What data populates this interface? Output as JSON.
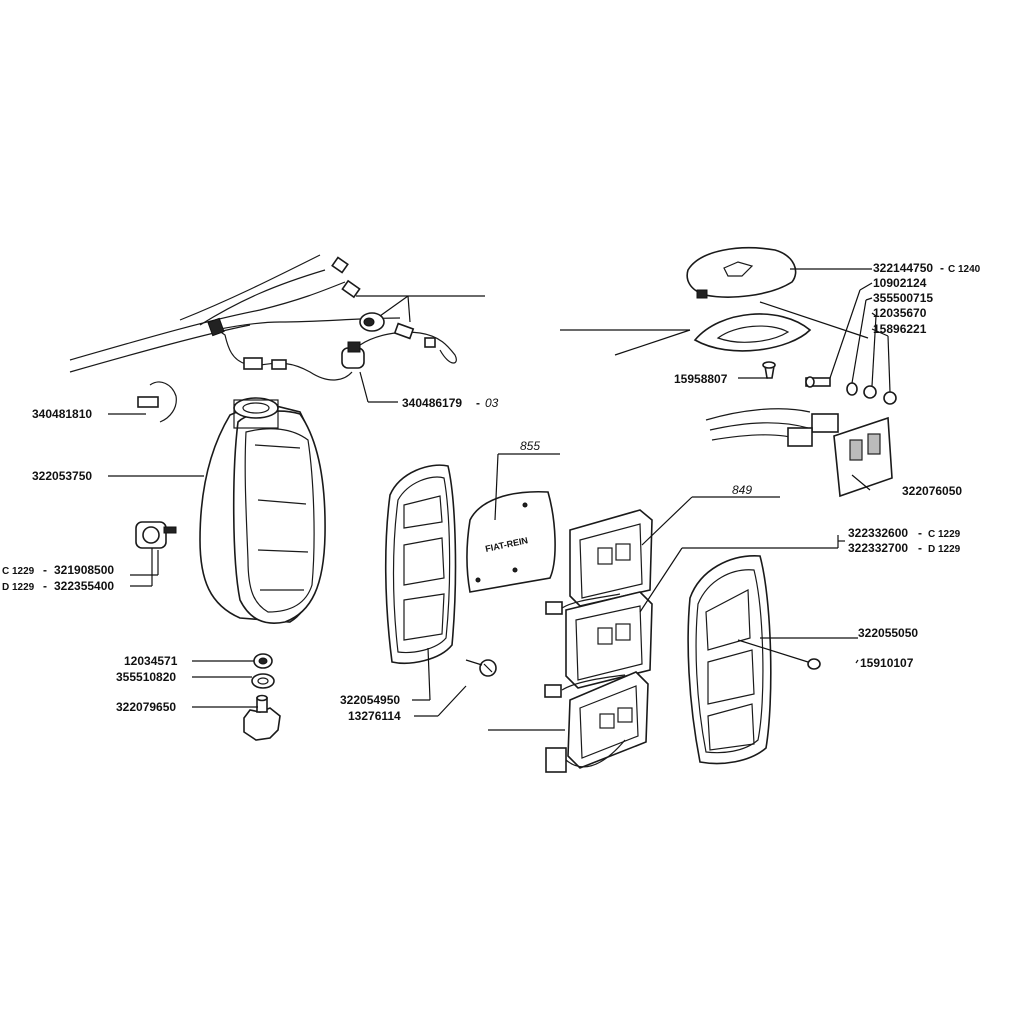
{
  "diagram": {
    "labels": {
      "p322144750": "322144750",
      "p322144750_var": "C 1240",
      "p10902124": "10902124",
      "p355500715": "355500715",
      "p12035670": "12035670",
      "p15896221": "15896221",
      "p15958807": "15958807",
      "p340481810": "340481810",
      "p340486179": "340486179",
      "p340486179_suffix": "03",
      "p322053750": "322053750",
      "p855": "855",
      "p849": "849",
      "p322076050": "322076050",
      "p322332600": "322332600",
      "p322332600_var": "C 1229",
      "p322332700": "322332700",
      "p322332700_var": "D 1229",
      "p321908500_var": "C 1229",
      "p321908500": "321908500",
      "p322355400_var": "D 1229",
      "p322355400": "322355400",
      "p322055050": "322055050",
      "p15910107": "15910107",
      "p12034571": "12034571",
      "p355510820": "355510820",
      "p322079650": "322079650",
      "p322054950": "322054950",
      "p13276114": "13276114",
      "dash": "-",
      "logo": "FIAT-REIN"
    }
  }
}
